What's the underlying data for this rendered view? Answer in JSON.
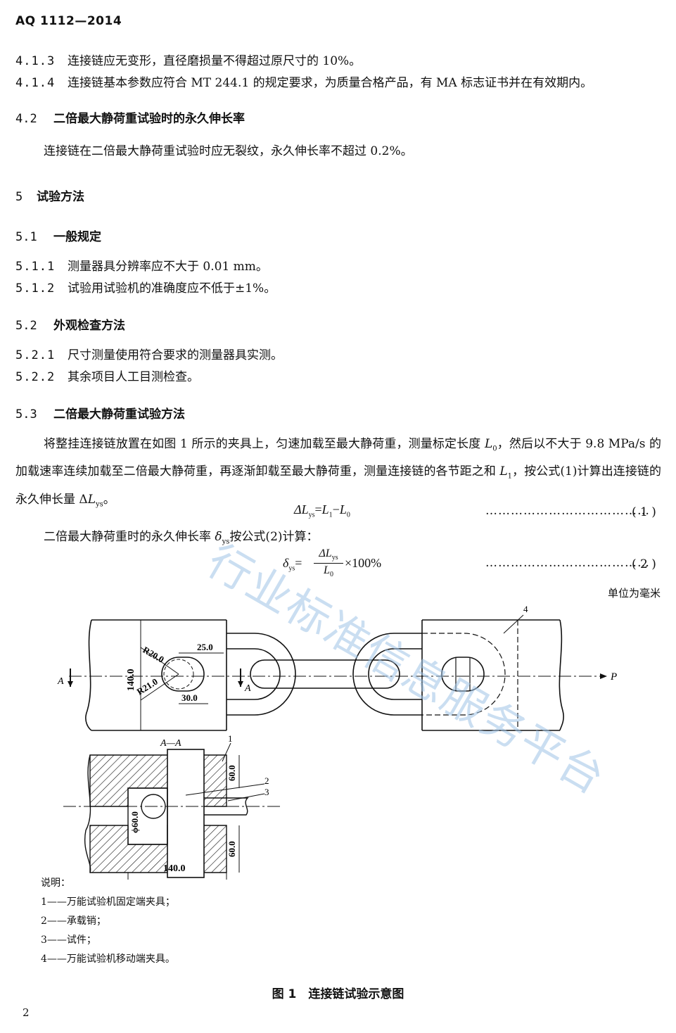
{
  "header": {
    "doc_code": "AQ 1112—2014"
  },
  "clauses_a": [
    {
      "num": "4.1.3",
      "text": "连接链应无变形，直径磨损量不得超过原尺寸的 10%。"
    },
    {
      "num": "4.1.4",
      "text": "连接链基本参数应符合 MT 244.1 的规定要求，为质量合格产品，有 MA 标志证书并在有效期内。"
    }
  ],
  "sec_4_2": {
    "num": "4.2",
    "title": "二倍最大静荷重试验时的永久伸长率",
    "body": "连接链在二倍最大静荷重试验时应无裂纹，永久伸长率不超过 0.2%。"
  },
  "sec_5": {
    "num": "5",
    "title": "试验方法"
  },
  "sec_5_1": {
    "num": "5.1",
    "title": "一般规定"
  },
  "clauses_5_1": [
    {
      "num": "5.1.1",
      "text": "测量器具分辨率应不大于 0.01 mm。"
    },
    {
      "num": "5.1.2",
      "text": "试验用试验机的准确度应不低于±1%。"
    }
  ],
  "sec_5_2": {
    "num": "5.2",
    "title": "外观检查方法"
  },
  "clauses_5_2": [
    {
      "num": "5.2.1",
      "text": "尺寸测量使用符合要求的测量器具实测。"
    },
    {
      "num": "5.2.2",
      "text": "其余项目人工目测检查。"
    }
  ],
  "sec_5_3": {
    "num": "5.3",
    "title": "二倍最大静荷重试验方法",
    "p1": "将整挂连接链放置在如图 1 所示的夹具上，匀速加载至最大静荷重，测量标定长度 ",
    "p1_var": "L",
    "p1_sub": "0",
    "p1b": "，然后以不大于 9.8 MPa/s 的加载速率连续加载至二倍最大静荷重，再逐渐卸载至最大静荷重，测量连接链的各节距之和 ",
    "p1_var2": "L",
    "p1_sub2": "1",
    "p1c": "，按公式(1)计算出连接链的永久伸长量 Δ",
    "p1_var3": "L",
    "p1_sub3": "ys",
    "p1d": "。",
    "p2a": "二倍最大静荷重时的永久伸长率 ",
    "p2_var": "δ",
    "p2_sub": "ys",
    "p2b": "按公式(2)计算："
  },
  "formula1": {
    "lhs": "ΔL",
    "lhs_sub": "ys",
    "eq": "=",
    "r1": "L",
    "r1_sub": "1",
    "minus": "−",
    "r2": "L",
    "r2_sub": "0",
    "dots": "…………………………………",
    "no": "( 1 )"
  },
  "formula2": {
    "lhs": "δ",
    "lhs_sub": "ys",
    "eq": "=",
    "num": "ΔL",
    "num_sub": "ys",
    "den": "L",
    "den_sub": "0",
    "tail": "×100%",
    "dots": "…………………………………",
    "no": "( 2 )"
  },
  "unit_note": "单位为毫米",
  "figure": {
    "dims": {
      "r20": "R20.0",
      "r21": "R21.0",
      "d25": "25.0",
      "d140v": "140.0",
      "d30": "30.0",
      "d60a": "60.0",
      "d60b": "60.0",
      "phi60": "ϕ60.0",
      "d140h": "140.0"
    },
    "labels": {
      "a_left": "A",
      "a_mid": "A",
      "p": "P",
      "section": "A—A",
      "n1": "1",
      "n2": "2",
      "n3": "3",
      "n4": "4"
    }
  },
  "watermark": "行业标准信息服务平台",
  "legend": {
    "title": "说明：",
    "items": [
      "1——万能试验机固定端夹具；",
      "2——承载销；",
      "3——试件；",
      "4——万能试验机移动端夹具。"
    ]
  },
  "caption": "图 1　连接链试验示意图",
  "page_number": "2"
}
